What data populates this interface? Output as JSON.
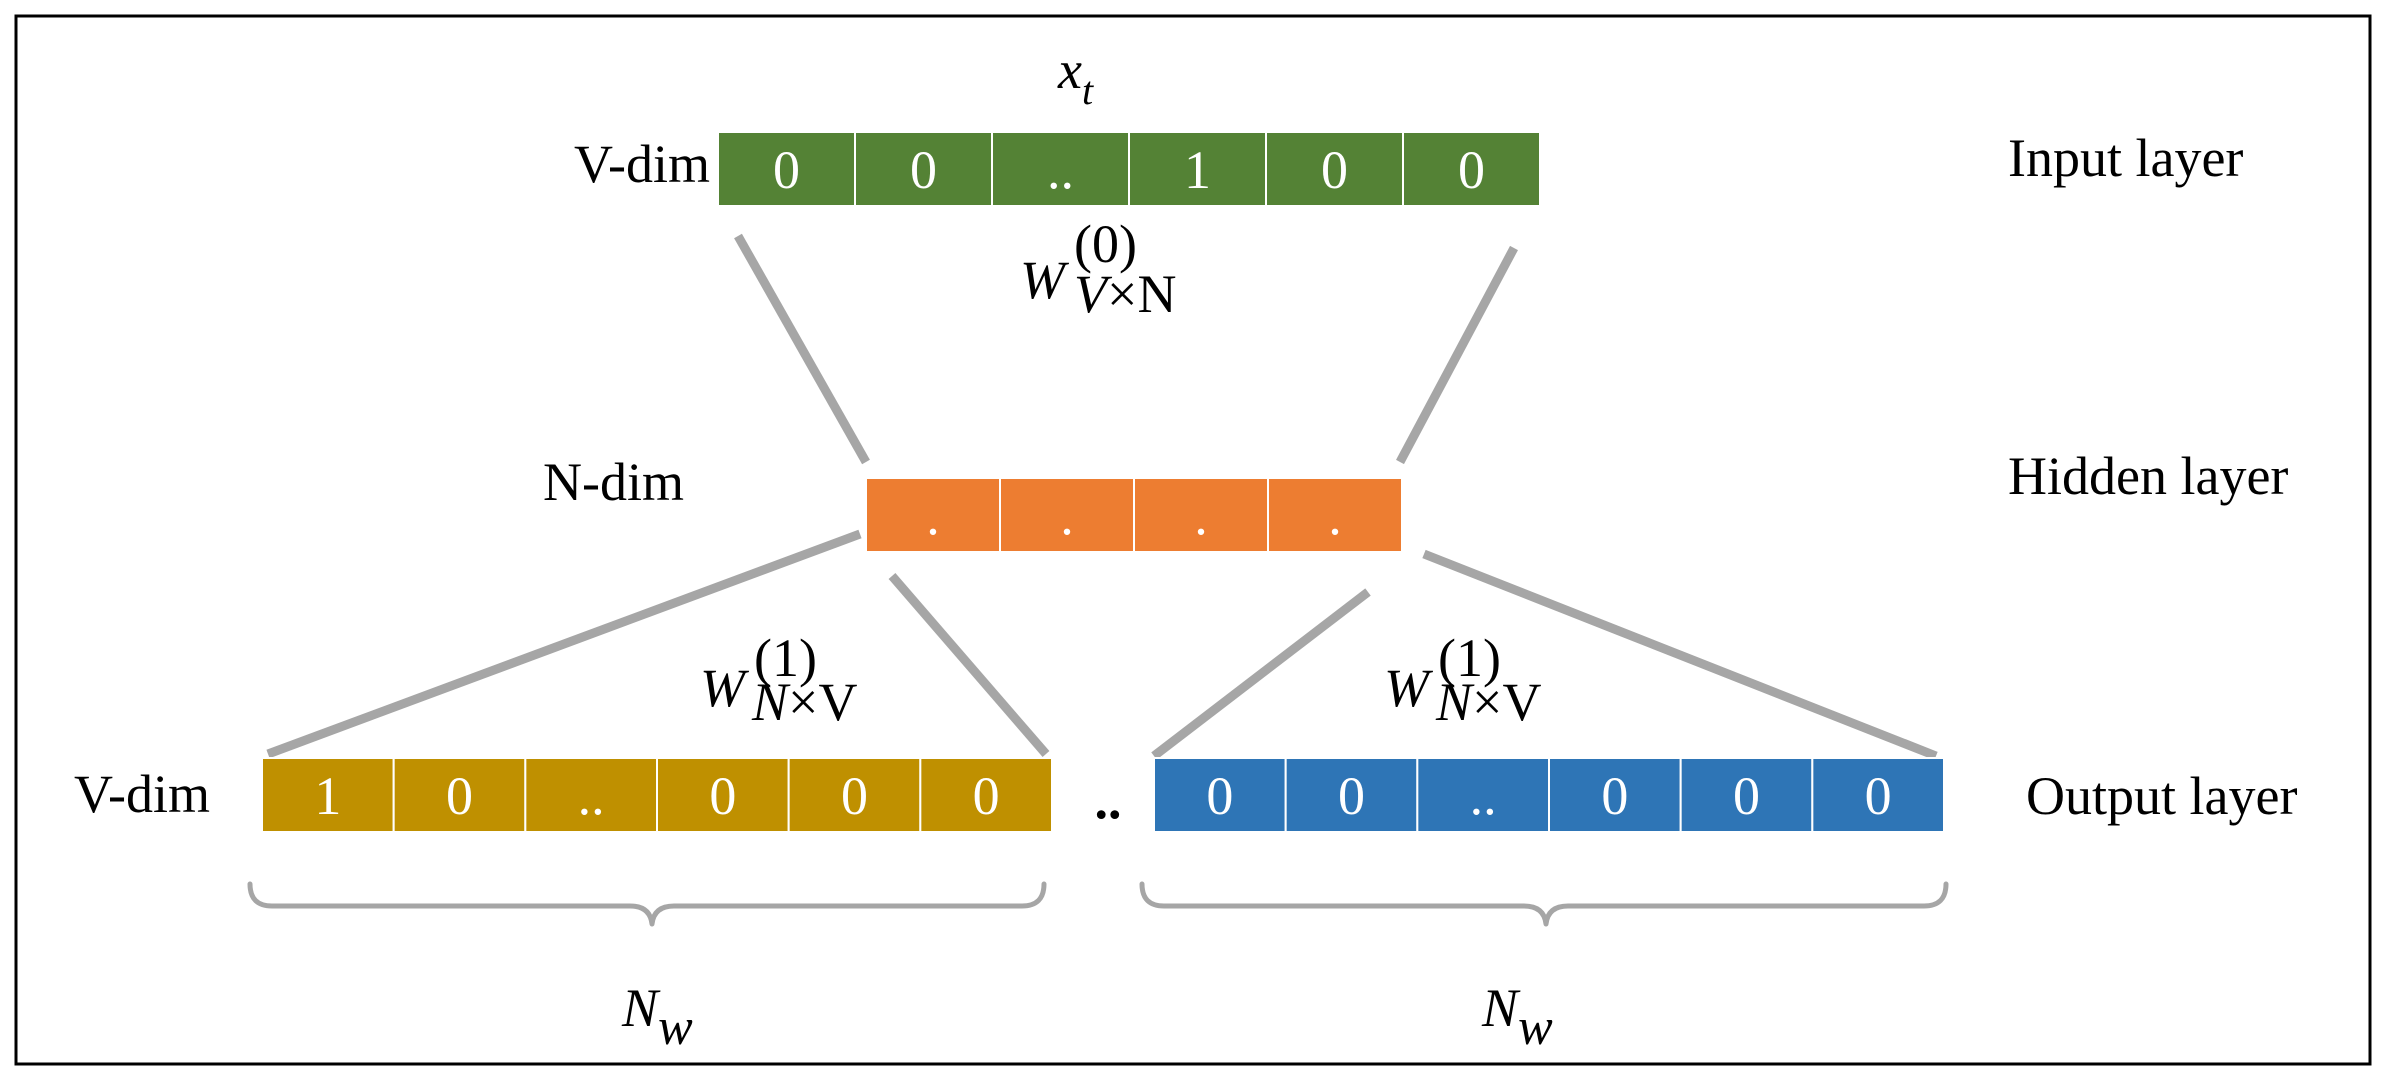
{
  "input_layer": {
    "label": "Input layer",
    "dim_label": "V-dim",
    "vector_symbol": {
      "base": "x",
      "subscript": "t"
    },
    "cells": [
      "0",
      "0",
      "..",
      "1",
      "0",
      "0"
    ],
    "color": "#548235"
  },
  "hidden_layer": {
    "label": "Hidden layer",
    "dim_label": "N-dim",
    "cells": [
      ".",
      ".",
      ".",
      "."
    ],
    "color": "#ed7d31"
  },
  "output_layer": {
    "label": "Output layer",
    "dim_label": "V-dim",
    "separator": "..",
    "left_vector": {
      "cells": [
        "1",
        "0",
        "..",
        "0",
        "0",
        "0"
      ],
      "color": "#bf9000"
    },
    "right_vector": {
      "cells": [
        "0",
        "0",
        "..",
        "0",
        "0",
        "0"
      ],
      "color": "#2e75b6"
    }
  },
  "weights": {
    "input_to_hidden": {
      "base": "W",
      "superscript": "(0)",
      "subscript_italic": "V",
      "subscript_rest": "×N"
    },
    "hidden_to_output_left": {
      "base": "W",
      "superscript": "(1)",
      "subscript_italic": "N",
      "subscript_rest": "×V"
    },
    "hidden_to_output_right": {
      "base": "W",
      "superscript": "(1)",
      "subscript_italic": "N",
      "subscript_rest": "×V"
    }
  },
  "braces": {
    "left": {
      "base": "N",
      "subscript": "w"
    },
    "right": {
      "base": "N",
      "subscript": "w"
    }
  },
  "colors": {
    "connector": "#a6a6a6",
    "frame": "#000000"
  }
}
